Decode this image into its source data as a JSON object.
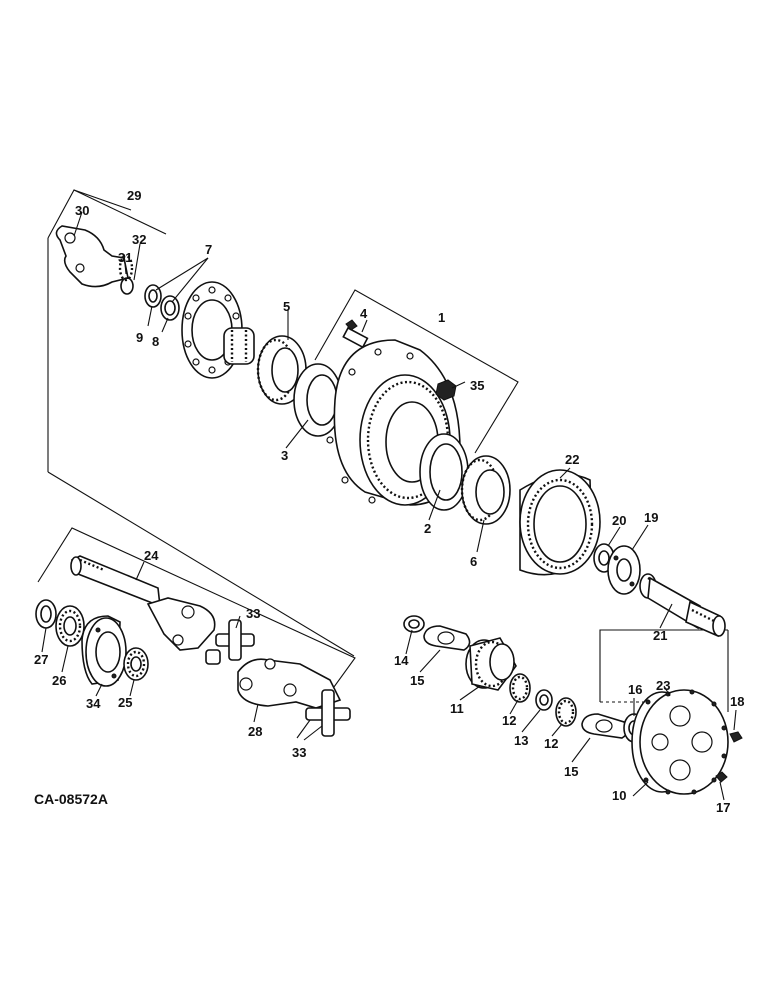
{
  "drawing_code": "CA-08572A",
  "callouts": {
    "c1": "1",
    "c2": "2",
    "c3": "3",
    "c4": "4",
    "c5": "5",
    "c6": "6",
    "c7": "7",
    "c8": "8",
    "c9": "9",
    "c10": "10",
    "c11": "11",
    "c12a": "12",
    "c12b": "12",
    "c13": "13",
    "c14": "14",
    "c15a": "15",
    "c15b": "15",
    "c16": "16",
    "c17": "17",
    "c18": "18",
    "c19": "19",
    "c20": "20",
    "c21": "21",
    "c22": "22",
    "c23": "23",
    "c24": "24",
    "c25": "25",
    "c26": "26",
    "c27": "27",
    "c28": "28",
    "c29": "29",
    "c30": "30",
    "c31": "31",
    "c32": "32",
    "c33a": "33",
    "c33b": "33",
    "c34": "34",
    "c35": "35"
  }
}
